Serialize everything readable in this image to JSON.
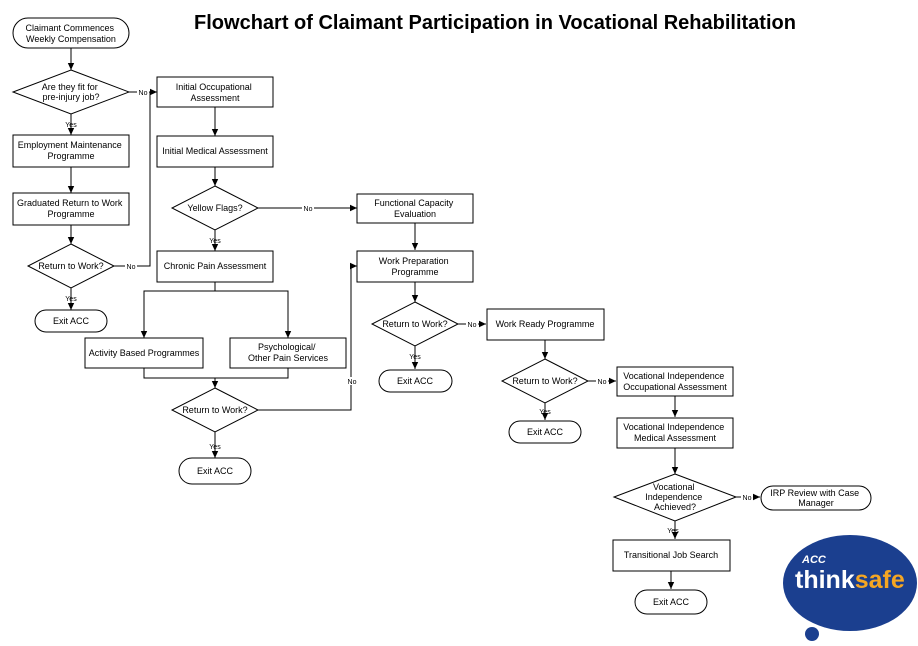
{
  "title": "Flowchart of Claimant Participation in Vocational Rehabilitation",
  "nodes": {
    "start": [
      "Claimant Commences",
      "Weekly Compensation"
    ],
    "fit_job": [
      "Are they fit for",
      "pre-injury job?"
    ],
    "employment_maintenance": [
      "Employment Maintenance",
      "Programme"
    ],
    "graduated_rtw": [
      "Graduated Return to Work",
      "Programme"
    ],
    "rtw_1": [
      "Return to Work?"
    ],
    "exit_1": [
      "Exit ACC"
    ],
    "initial_occ": [
      "Initial Occupational",
      "Assessment"
    ],
    "initial_med": [
      "Initial Medical Assessment"
    ],
    "yellow_flags": [
      "Yellow Flags?"
    ],
    "chronic_pain": [
      "Chronic Pain Assessment"
    ],
    "activity_based": [
      "Activity Based Programmes"
    ],
    "psychological": [
      "Psychological/",
      "Other Pain Services"
    ],
    "rtw_2": [
      "Return to Work?"
    ],
    "exit_2": [
      "Exit ACC"
    ],
    "functional_capacity": [
      "Functional Capacity",
      "Evaluation"
    ],
    "work_prep": [
      "Work Preparation",
      "Programme"
    ],
    "rtw_3": [
      "Return to Work?"
    ],
    "exit_3": [
      "Exit ACC"
    ],
    "work_ready": [
      "Work Ready Programme"
    ],
    "rtw_4": [
      "Return to Work?"
    ],
    "exit_4": [
      "Exit ACC"
    ],
    "vi_occ": [
      "Vocational Independence",
      "Occupational Assessment"
    ],
    "vi_med": [
      "Vocational Independence",
      "Medical Assessment"
    ],
    "vi_achieved": [
      "Vocational",
      "Independence",
      "Achieved?"
    ],
    "irp_review": [
      "IRP Review with Case",
      "Manager"
    ],
    "transitional": [
      "Transitional Job Search"
    ],
    "exit_5": [
      "Exit ACC"
    ]
  },
  "edge_labels": {
    "yes": "Yes",
    "no": "No"
  },
  "logo": {
    "brand": "think",
    "brand_accent": "safe",
    "small_text": "ACC",
    "colors": {
      "blob": "#1b3f8f",
      "brand": "#ffffff",
      "accent": "#f5a623"
    }
  }
}
